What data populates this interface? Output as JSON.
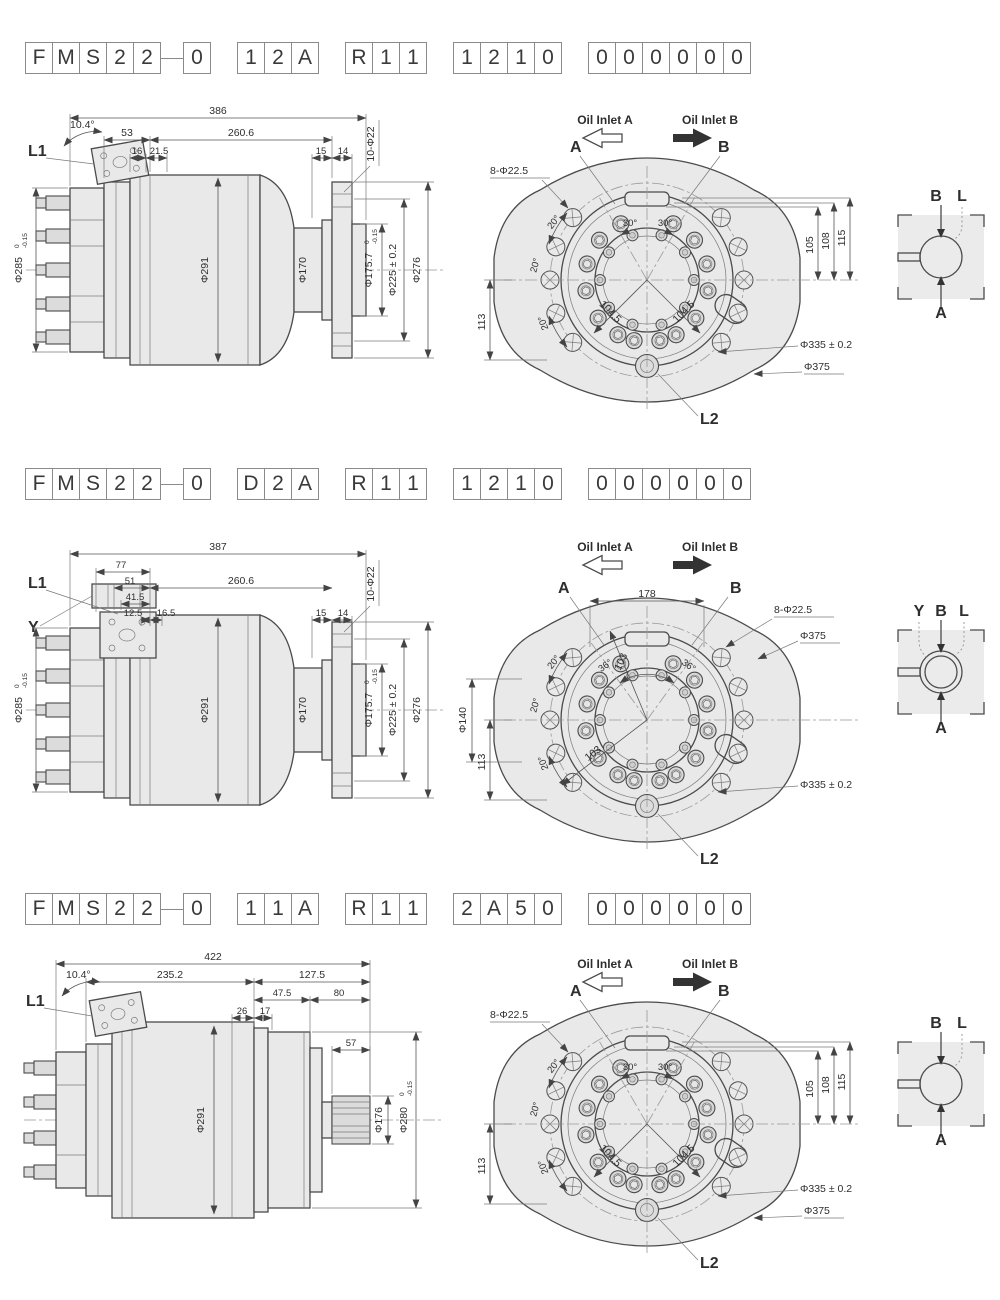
{
  "colors": {
    "line": "#4b4b4b",
    "fill": "#e9e9e9",
    "text": "#2e2e2e"
  },
  "rows": [
    {
      "code": {
        "g1": [
          "F",
          "M",
          "S",
          "2",
          "2"
        ],
        "g2": [
          "0"
        ],
        "g3": [
          "1",
          "2",
          "A"
        ],
        "g4": [
          "R",
          "1",
          "1"
        ],
        "g5": [
          "1",
          "2",
          "1",
          "0"
        ],
        "g6": [
          "0",
          "0",
          "0",
          "0",
          "0",
          "0"
        ]
      },
      "side": {
        "l1": "L1",
        "angle": "10.4°",
        "total": "386",
        "a": "53",
        "b": "260.6",
        "c": "16",
        "d": "21.5",
        "e": "15",
        "f": "14",
        "holes": "10-Φ22",
        "dleft": "Φ285",
        "dleft_t": "0",
        "dleft_b": "-0.15",
        "dbody": "Φ291",
        "dneck": "Φ170",
        "dhub": "Φ175.7",
        "dhub_t": "0",
        "dhub_b": "-0.15",
        "dbc": "Φ225 ± 0.2",
        "dflange": "Φ276"
      },
      "front": {
        "oila": "Oil Inlet A",
        "oilb": "Oil Inlet B",
        "pa": "A",
        "pb": "B",
        "holes": "8-Φ22.5",
        "a20": [
          "20°",
          "20°",
          "20°"
        ],
        "a30": [
          "30°",
          "30°"
        ],
        "r": [
          "104.5",
          "104.5"
        ],
        "h": [
          "105",
          "108",
          "115"
        ],
        "v": "113",
        "bc": "Φ335 ± 0.2",
        "od": "Φ375",
        "l2": "L2"
      },
      "symbol": {
        "b": "B",
        "l": "L",
        "a": "A"
      }
    },
    {
      "code": {
        "g1": [
          "F",
          "M",
          "S",
          "2",
          "2"
        ],
        "g2": [
          "0"
        ],
        "g3": [
          "D",
          "2",
          "A"
        ],
        "g4": [
          "R",
          "1",
          "1"
        ],
        "g5": [
          "1",
          "2",
          "1",
          "0"
        ],
        "g6": [
          "0",
          "0",
          "0",
          "0",
          "0",
          "0"
        ]
      },
      "side": {
        "l1": "L1",
        "y": "Y",
        "total": "387",
        "a": "77",
        "b": "51",
        "c": "41.5",
        "d": "12.5",
        "e": "16.5",
        "f": "260.6",
        "g": "15",
        "h": "14",
        "holes": "10-Φ22",
        "dleft": "Φ285",
        "dleft_t": "0",
        "dleft_b": "-0.15",
        "dbody": "Φ291",
        "dneck": "Φ170",
        "dhub": "Φ175.7",
        "dhub_t": "0",
        "dhub_b": "-0.15",
        "dbc": "Φ225 ± 0.2",
        "dflange": "Φ276"
      },
      "front": {
        "oila": "Oil Inlet A",
        "oilb": "Oil Inlet B",
        "pa": "A",
        "pb": "B",
        "w": "178",
        "holes": "8-Φ22.5",
        "od": "Φ375",
        "dl": "Φ140",
        "a20": [
          "20°",
          "20°",
          "20°"
        ],
        "a36": [
          "36°",
          "36°"
        ],
        "r": [
          "103",
          "103"
        ],
        "v": "113",
        "bc": "Φ335 ± 0.2",
        "l2": "L2"
      },
      "symbol": {
        "y": "Y",
        "b": "B",
        "l": "L",
        "a": "A"
      }
    },
    {
      "code": {
        "g1": [
          "F",
          "M",
          "S",
          "2",
          "2"
        ],
        "g2": [
          "0"
        ],
        "g3": [
          "1",
          "1",
          "A"
        ],
        "g4": [
          "R",
          "1",
          "1"
        ],
        "g5": [
          "2",
          "A",
          "5",
          "0"
        ],
        "g6": [
          "0",
          "0",
          "0",
          "0",
          "0",
          "0"
        ]
      },
      "side": {
        "l1": "L1",
        "angle": "10.4°",
        "total": "422",
        "a": "235.2",
        "b": "127.5",
        "c": "47.5",
        "d": "80",
        "e": "26",
        "f": "17",
        "g": "57",
        "dbody": "Φ291",
        "dshaft": "Φ176",
        "drear": "Φ280",
        "drear_t": "0",
        "drear_b": "-0.15"
      },
      "front": {
        "oila": "Oil Inlet A",
        "oilb": "Oil Inlet B",
        "pa": "A",
        "pb": "B",
        "holes": "8-Φ22.5",
        "a20": [
          "20°",
          "20°",
          "20°"
        ],
        "a30": [
          "30°",
          "30°"
        ],
        "r": [
          "104.5",
          "104.5"
        ],
        "h": [
          "105",
          "108",
          "115"
        ],
        "v": "113",
        "bc": "Φ335 ± 0.2",
        "od": "Φ375",
        "l2": "L2"
      },
      "symbol": {
        "b": "B",
        "l": "L",
        "a": "A"
      }
    }
  ]
}
